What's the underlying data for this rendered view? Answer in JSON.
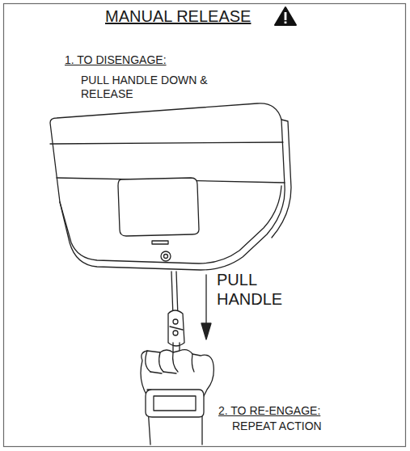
{
  "diagram": {
    "title": "MANUAL RELEASE",
    "labels": [
      "1. TO DISENGAGE:",
      "PULL HANDLE DOWN & RELEASE",
      "PULL HANDLE",
      "2. TO RE-ENGAGE:",
      "REPEAT ACTION"
    ]
  }
}
